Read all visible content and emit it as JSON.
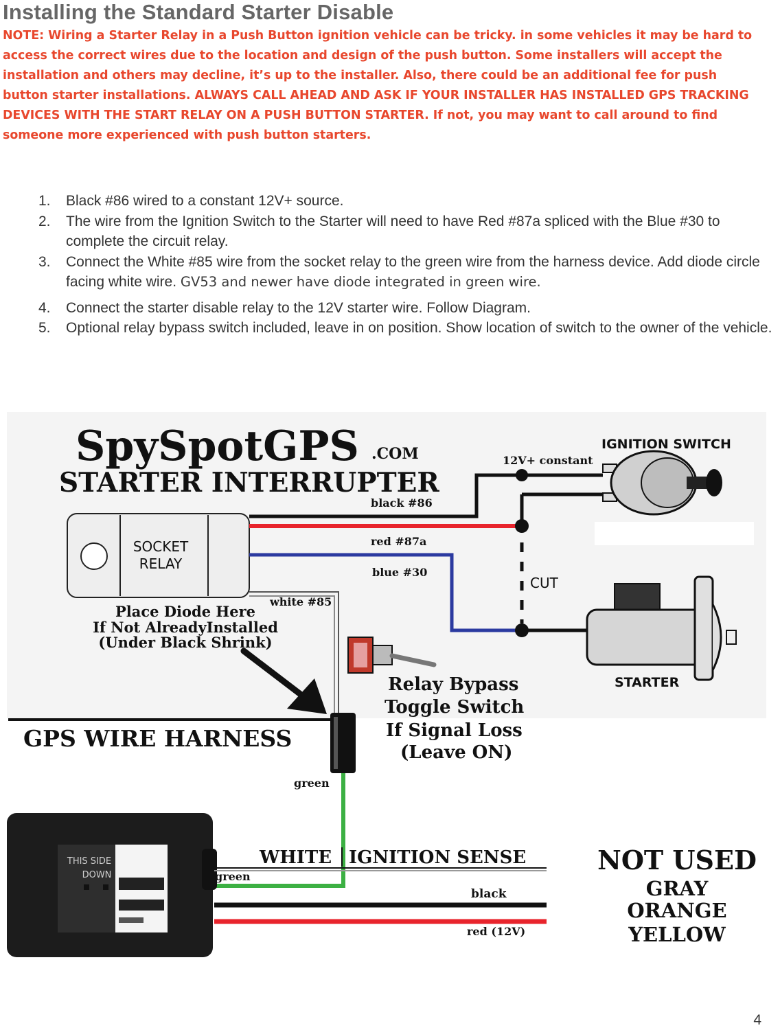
{
  "page": {
    "title": "Installing the Standard Starter Disable",
    "note": "NOTE: Wiring a Starter Relay in a Push Button ignition vehicle can be tricky. in some vehicles it may be hard to access the correct wires due to the location and design of the push button. Some installers will accept the installation and others may decline, it’s up to the installer. Also, there could be an additional fee for push button starter installations. ALWAYS CALL AHEAD AND ASK IF YOUR INSTALLER HAS INSTALLED GPS TRACKING DEVICES WITH THE START RELAY ON A PUSH BUTTON STARTER. If not, you may want to call around to find someone more experienced with push button starters.",
    "page_number": "4",
    "colors": {
      "note": "#e8472d",
      "title": "#666666",
      "wire_red": "#e8242c",
      "wire_blue": "#2b3aa0",
      "wire_green": "#3cb043"
    }
  },
  "steps": [
    {
      "num": "1.",
      "text": "Black #86 wired to a constant 12V+ source."
    },
    {
      "num": "2.",
      "text": "The wire from the Ignition Switch to the Starter will need to have Red #87a spliced with the Blue #30 to complete the circuit relay."
    },
    {
      "num": "3.",
      "text": "Connect the White #85 wire from the socket relay to the green wire from the harness device. Add diode circle facing white wire.",
      "addon": "GV53 and newer have diode integrated in green wire."
    },
    {
      "num": "4.",
      "text": "Connect the starter disable relay to the 12V starter wire. Follow Diagram."
    },
    {
      "num": "5.",
      "text": "Optional relay bypass switch included, leave in on position. Show location of switch to the owner of the vehicle."
    }
  ],
  "diagram": {
    "brand": {
      "spy": "SpySpotGPS",
      "com": ".COM"
    },
    "heading": "STARTER INTERRUPTER",
    "ignition_switch": "IGNITION SWITCH",
    "constant": "12V+ constant",
    "relay_line1": "SOCKET",
    "relay_line2": "RELAY",
    "wire_black86": "black #86",
    "wire_red87a": "red #87a",
    "wire_blue30": "blue #30",
    "wire_white85": "white #85",
    "cut": "CUT",
    "starter": "STARTER",
    "diode_line1": "Place Diode Here",
    "diode_line2": "If Not AlreadyInstalled",
    "diode_line3": "(Under Black Shrink)",
    "bypass_line1": "Relay Bypass",
    "bypass_line2": "Toggle Switch",
    "bypass_line3": "If Signal Loss",
    "bypass_line4": "(Leave ON)",
    "harness": "GPS WIRE HARNESS",
    "green_top": "green",
    "green_bottom": "green",
    "white_label": "WHITE",
    "ignition_sense": "IGNITION SENSE",
    "black": "black",
    "red12v": "red (12V)",
    "not_used": "NOT USED",
    "gray": "GRAY",
    "orange": "ORANGE",
    "yellow": "YELLOW",
    "device_line1": "THIS SIDE",
    "device_line2": "DOWN"
  }
}
